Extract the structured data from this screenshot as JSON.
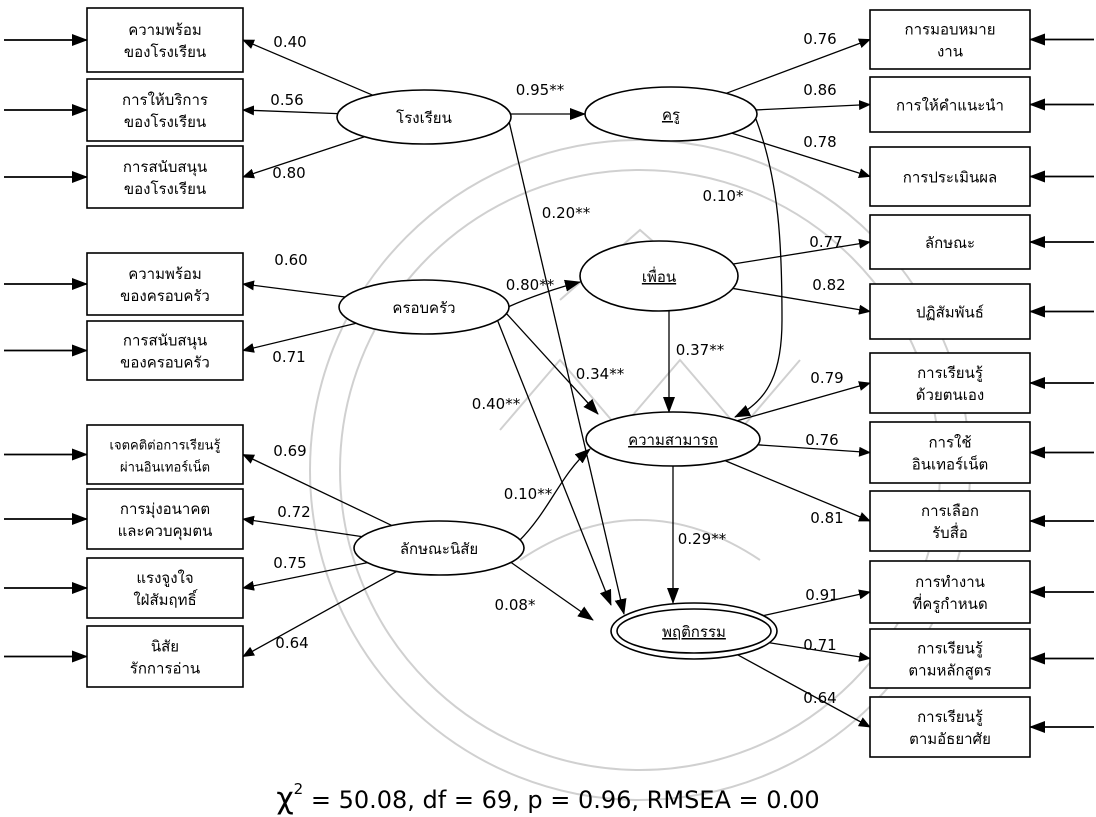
{
  "latents": [
    {
      "id": "school",
      "label": "โรงเรียน",
      "underline": false
    },
    {
      "id": "family",
      "label": "ครอบครัว",
      "underline": false
    },
    {
      "id": "trait",
      "label": "ลักษณะนิสัย",
      "underline": false
    },
    {
      "id": "teacher",
      "label": "ครู",
      "underline": true
    },
    {
      "id": "friend",
      "label": "เพื่อน",
      "underline": true
    },
    {
      "id": "ability",
      "label": "ความสามารถ",
      "underline": true
    },
    {
      "id": "behavior",
      "label": "พฤติกรรม",
      "underline": true
    }
  ],
  "indicators": [
    {
      "id": "s1",
      "lines": [
        "ความพร้อม",
        "ของโรงเรียน"
      ],
      "latent": "school",
      "loading": "0.40"
    },
    {
      "id": "s2",
      "lines": [
        "การให้บริการ",
        "ของโรงเรียน"
      ],
      "latent": "school",
      "loading": "0.56"
    },
    {
      "id": "s3",
      "lines": [
        "การสนับสนุน",
        "ของโรงเรียน"
      ],
      "latent": "school",
      "loading": "0.80"
    },
    {
      "id": "f1",
      "lines": [
        "ความพร้อม",
        "ของครอบครัว"
      ],
      "latent": "family",
      "loading": "0.60"
    },
    {
      "id": "f2",
      "lines": [
        "การสนับสนุน",
        "ของครอบครัว"
      ],
      "latent": "family",
      "loading": "0.71"
    },
    {
      "id": "c1",
      "lines": [
        "เจตคติต่อการเรียนรู้",
        "ผ่านอินเทอร์เน็ต"
      ],
      "latent": "trait",
      "loading": "0.69"
    },
    {
      "id": "c2",
      "lines": [
        "การมุ่งอนาคต",
        "และควบคุมตน"
      ],
      "latent": "trait",
      "loading": "0.72"
    },
    {
      "id": "c3",
      "lines": [
        "แรงจูงใจ",
        "ใฝ่สัมฤทธิ์"
      ],
      "latent": "trait",
      "loading": "0.75"
    },
    {
      "id": "c4",
      "lines": [
        "นิสัย",
        "รักการอ่าน"
      ],
      "latent": "trait",
      "loading": "0.64"
    },
    {
      "id": "t1",
      "lines": [
        "การมอบหมาย",
        "งาน"
      ],
      "latent": "teacher",
      "loading": "0.76"
    },
    {
      "id": "t2",
      "lines": [
        "การให้คำแนะนำ"
      ],
      "latent": "teacher",
      "loading": "0.86"
    },
    {
      "id": "t3",
      "lines": [
        "การประเมินผล"
      ],
      "latent": "teacher",
      "loading": "0.78"
    },
    {
      "id": "p1",
      "lines": [
        "ลักษณะ"
      ],
      "latent": "friend",
      "loading": "0.77"
    },
    {
      "id": "p2",
      "lines": [
        "ปฏิสัมพันธ์"
      ],
      "latent": "friend",
      "loading": "0.82"
    },
    {
      "id": "a1",
      "lines": [
        "การเรียนรู้",
        "ด้วยตนเอง"
      ],
      "latent": "ability",
      "loading": "0.79"
    },
    {
      "id": "a2",
      "lines": [
        "การใช้",
        "อินเทอร์เน็ต"
      ],
      "latent": "ability",
      "loading": "0.76"
    },
    {
      "id": "a3",
      "lines": [
        "การเลือก",
        "รับสื่อ"
      ],
      "latent": "ability",
      "loading": "0.81"
    },
    {
      "id": "b1",
      "lines": [
        "การทำงาน",
        "ที่ครูกำหนด"
      ],
      "latent": "behavior",
      "loading": "0.91"
    },
    {
      "id": "b2",
      "lines": [
        "การเรียนรู้",
        "ตามหลักสูตร"
      ],
      "latent": "behavior",
      "loading": "0.71"
    },
    {
      "id": "b3",
      "lines": [
        "การเรียนรู้",
        "ตามอัธยาศัย"
      ],
      "latent": "behavior",
      "loading": "0.64"
    }
  ],
  "paths": [
    {
      "from": "school",
      "to": "teacher",
      "coef": "0.95**"
    },
    {
      "from": "school",
      "to": "behavior",
      "coef": "0.20**"
    },
    {
      "from": "teacher",
      "to": "ability",
      "coef": "0.10*"
    },
    {
      "from": "family",
      "to": "friend",
      "coef": "0.80**"
    },
    {
      "from": "family",
      "to": "ability",
      "coef": "0.34**"
    },
    {
      "from": "family",
      "to": "behavior",
      "coef": "0.40**"
    },
    {
      "from": "friend",
      "to": "ability",
      "coef": "0.37**"
    },
    {
      "from": "trait",
      "to": "ability",
      "coef": "0.10**"
    },
    {
      "from": "trait",
      "to": "behavior",
      "coef": "0.08*"
    },
    {
      "from": "ability",
      "to": "behavior",
      "coef": "0.29**"
    }
  ],
  "fit": {
    "chi_symbol": "χ",
    "chi_power": "2",
    "rest": " = 50.08, df = 69, p = 0.96, RMSEA = 0.00"
  }
}
